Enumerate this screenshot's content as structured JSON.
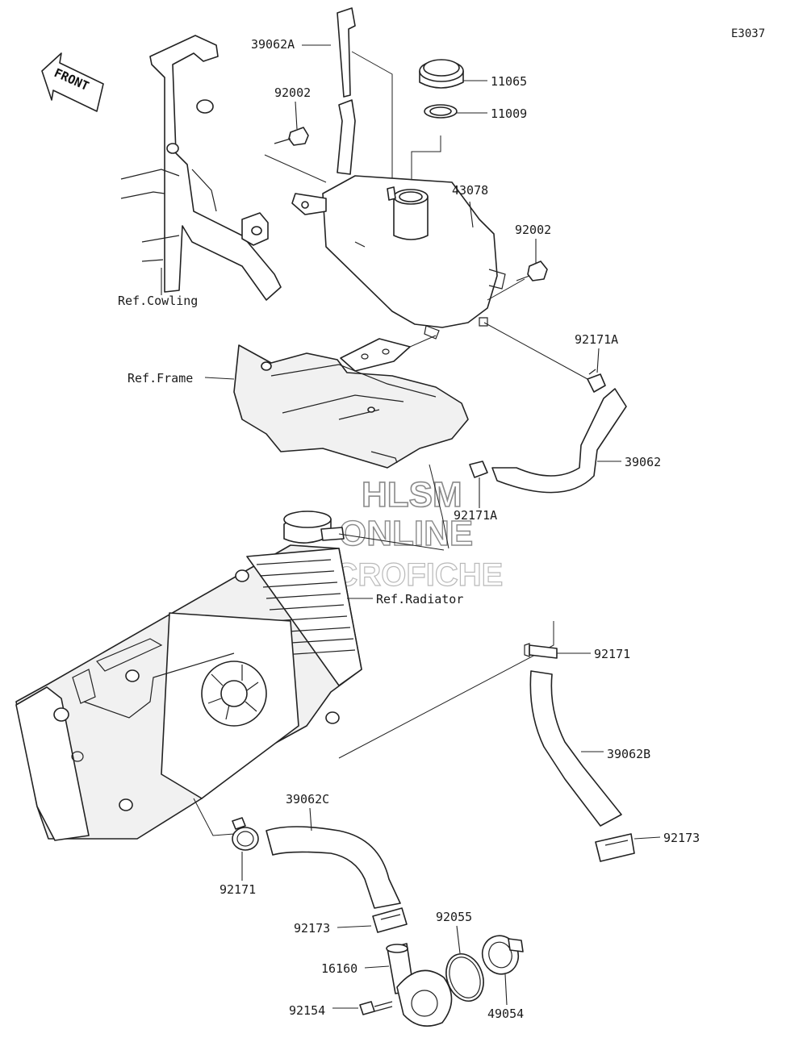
{
  "diagram_code": "E3037",
  "front_label": "FRONT",
  "watermark": {
    "line1": "HLSM",
    "line2": "ONLINE",
    "line3": "MICROFICHE"
  },
  "references": {
    "cowling": "Ref.Cowling",
    "frame": "Ref.Frame",
    "radiator": "Ref.Radiator"
  },
  "parts": {
    "hose_39062A": "39062A",
    "bolt_92002_upper": "92002",
    "cap_11065": "11065",
    "gasket_11009": "11009",
    "tank_43078": "43078",
    "bolt_92002_right": "92002",
    "clamp_92171A_upper": "92171A",
    "hose_39062": "39062",
    "clamp_92171A_lower": "92171A",
    "clamp_92171_right": "92171",
    "hose_39062B": "39062B",
    "clamp_92173_right": "92173",
    "hose_39062C": "39062C",
    "clamp_92171_left": "92171",
    "clamp_92173_lower": "92173",
    "oring_92055": "92055",
    "housing_16160": "16160",
    "bolt_92154": "92154",
    "thermostat_49054": "49054"
  }
}
